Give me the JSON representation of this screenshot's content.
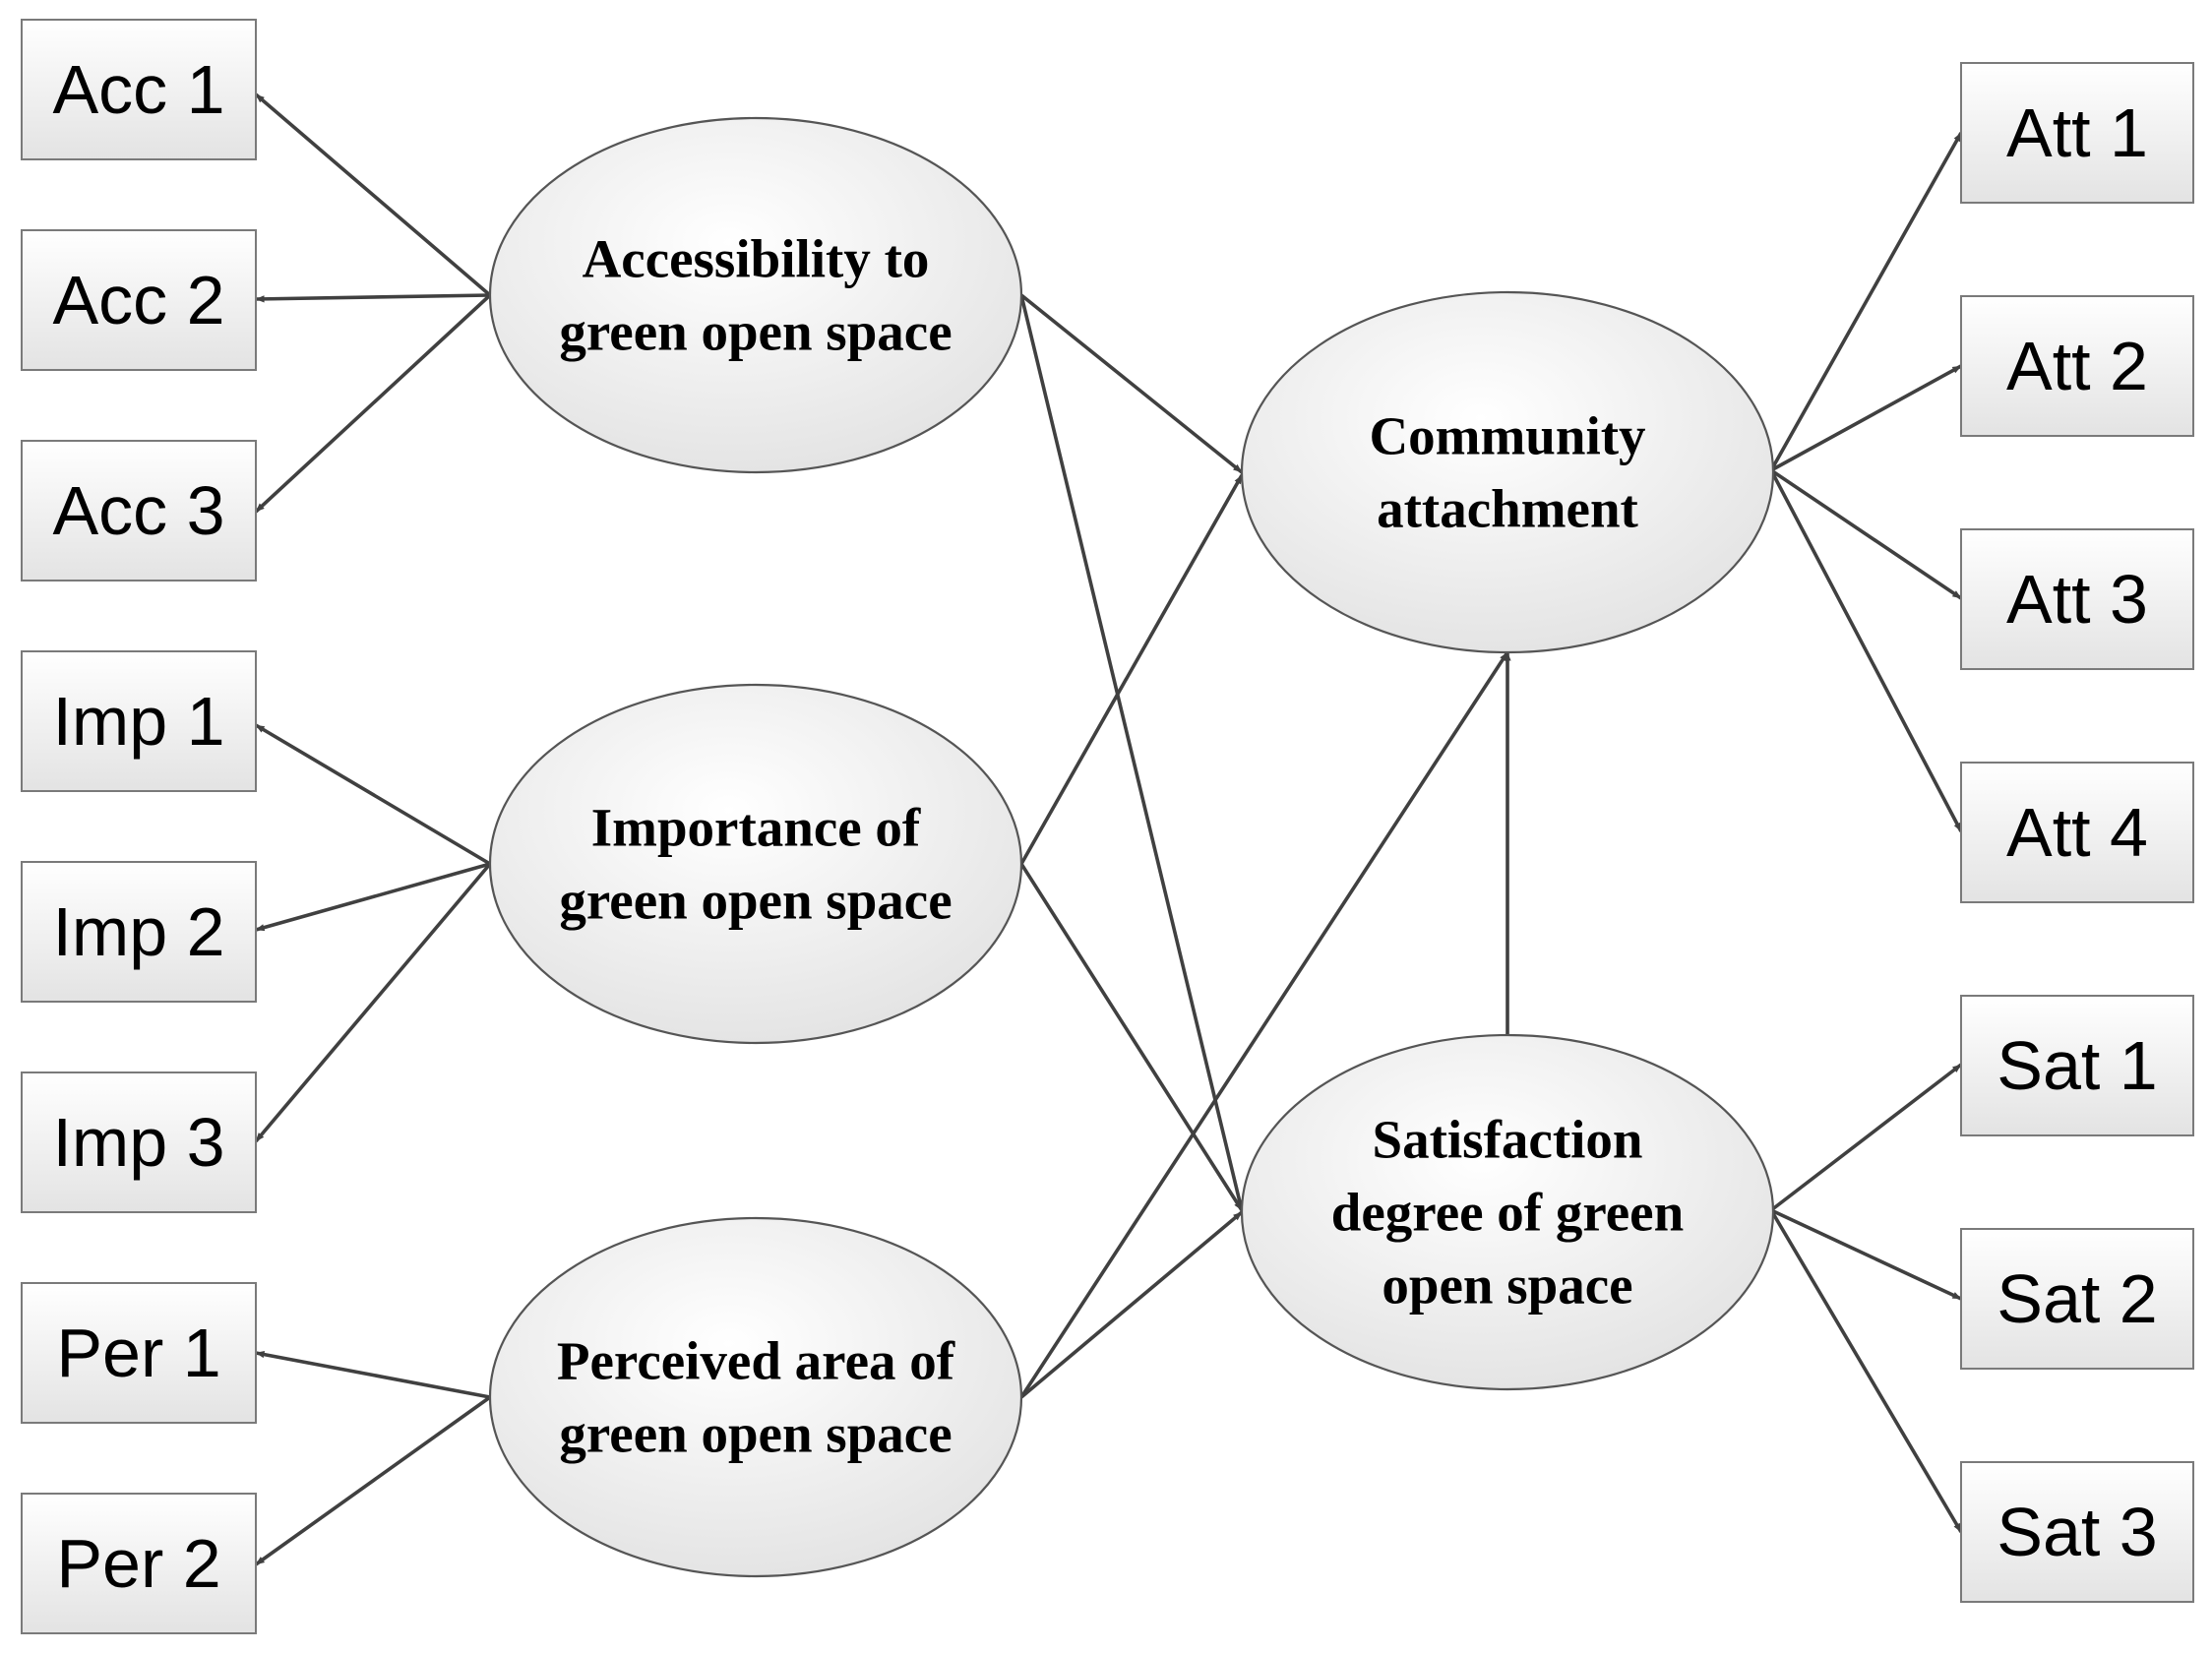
{
  "indicators": {
    "acc1": "Acc 1",
    "acc2": "Acc 2",
    "acc3": "Acc 3",
    "imp1": "Imp 1",
    "imp2": "Imp 2",
    "imp3": "Imp 3",
    "per1": "Per 1",
    "per2": "Per 2",
    "att1": "Att 1",
    "att2": "Att 2",
    "att3": "Att 3",
    "att4": "Att 4",
    "sat1": "Sat 1",
    "sat2": "Sat 2",
    "sat3": "Sat 3"
  },
  "constructs": {
    "accessibility": [
      "Accessibility to",
      "green open space"
    ],
    "importance": [
      "Importance of",
      "green open space"
    ],
    "perceived": [
      "Perceived area of",
      "green open space"
    ],
    "community": [
      "Community",
      "attachment"
    ],
    "satisfaction": [
      "Satisfaction",
      "degree of green",
      "open space"
    ]
  },
  "paths": [
    {
      "from": "accessibility",
      "to": "community"
    },
    {
      "from": "accessibility",
      "to": "satisfaction"
    },
    {
      "from": "importance",
      "to": "community"
    },
    {
      "from": "importance",
      "to": "satisfaction"
    },
    {
      "from": "perceived",
      "to": "community"
    },
    {
      "from": "perceived",
      "to": "satisfaction"
    },
    {
      "from": "satisfaction",
      "to": "community"
    }
  ],
  "colors": {
    "stroke": "#404040",
    "fill_light": "#ffffff",
    "fill_dark": "#e6e6e6"
  }
}
